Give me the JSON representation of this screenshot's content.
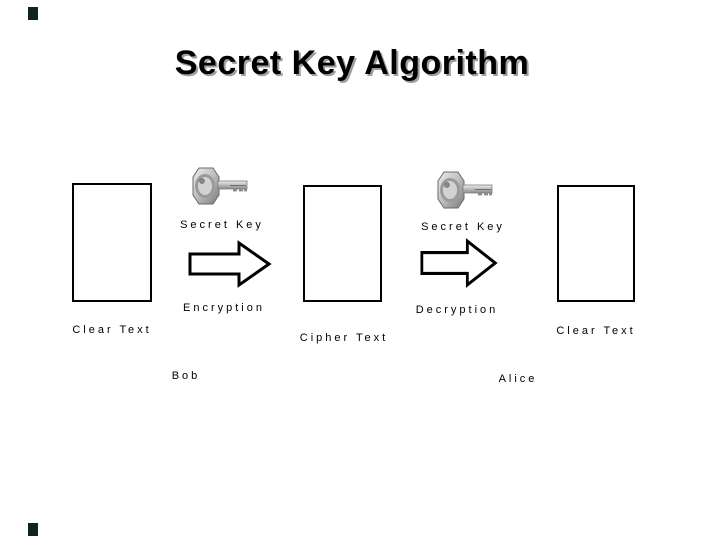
{
  "slide": {
    "title": "Secret Key Algorithm"
  },
  "diagram": {
    "boxes": [
      {
        "id": "clear-text-left",
        "label": "Clear Text"
      },
      {
        "id": "cipher-text",
        "label": "Cipher Text"
      },
      {
        "id": "clear-text-right",
        "label": "Clear Text"
      }
    ],
    "keys": [
      {
        "icon": "key-icon",
        "label": "Secret Key"
      },
      {
        "icon": "key-icon",
        "label": "Secret Key"
      }
    ],
    "arrows": [
      {
        "icon": "block-arrow-right-icon",
        "label": "Encryption"
      },
      {
        "icon": "block-arrow-right-icon",
        "label": "Decryption"
      }
    ],
    "actors": [
      {
        "name": "Bob"
      },
      {
        "name": "Alice"
      }
    ]
  },
  "colors": {
    "background": "#ffffff",
    "title_text": "#000000",
    "title_shadow": "#9e9e9e",
    "box_border": "#000000",
    "arrow_outline": "#000000",
    "label_text": "#000000",
    "key_gray_light": "#e8e8e8",
    "key_gray_dark": "#7a7a7a",
    "corner_mark": "#102424"
  }
}
